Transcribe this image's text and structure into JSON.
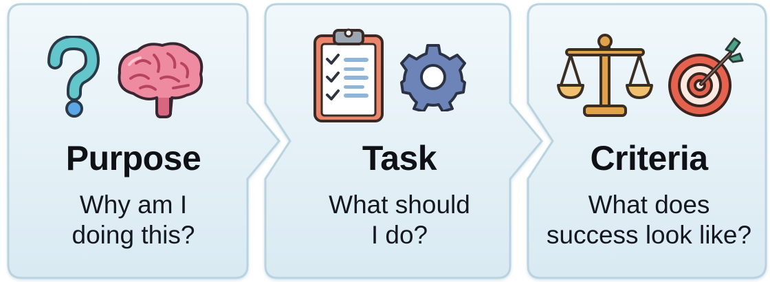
{
  "steps": [
    {
      "title": "Purpose",
      "subtitle_lines": [
        "Why am I",
        "doing this?"
      ],
      "icons": [
        "question-mark-icon",
        "brain-icon"
      ]
    },
    {
      "title": "Task",
      "subtitle_lines": [
        "What should",
        "I do?"
      ],
      "icons": [
        "clipboard-checklist-icon",
        "gear-icon"
      ]
    },
    {
      "title": "Criteria",
      "subtitle_lines": [
        "What does",
        "success look like?"
      ],
      "icons": [
        "balance-scale-icon",
        "target-icon"
      ]
    }
  ],
  "colors": {
    "panel_fill_light": "#eef6fa",
    "panel_fill_dark": "#d8e9f1",
    "panel_border": "#b9d3e0",
    "title_text": "#0f1116",
    "question_mark": "#5fc4c9",
    "brain": "#ee8aa0",
    "clipboard": "#e9856a",
    "gear": "#6d84b8",
    "scale": "#e0a24a",
    "target": "#e5624e"
  }
}
